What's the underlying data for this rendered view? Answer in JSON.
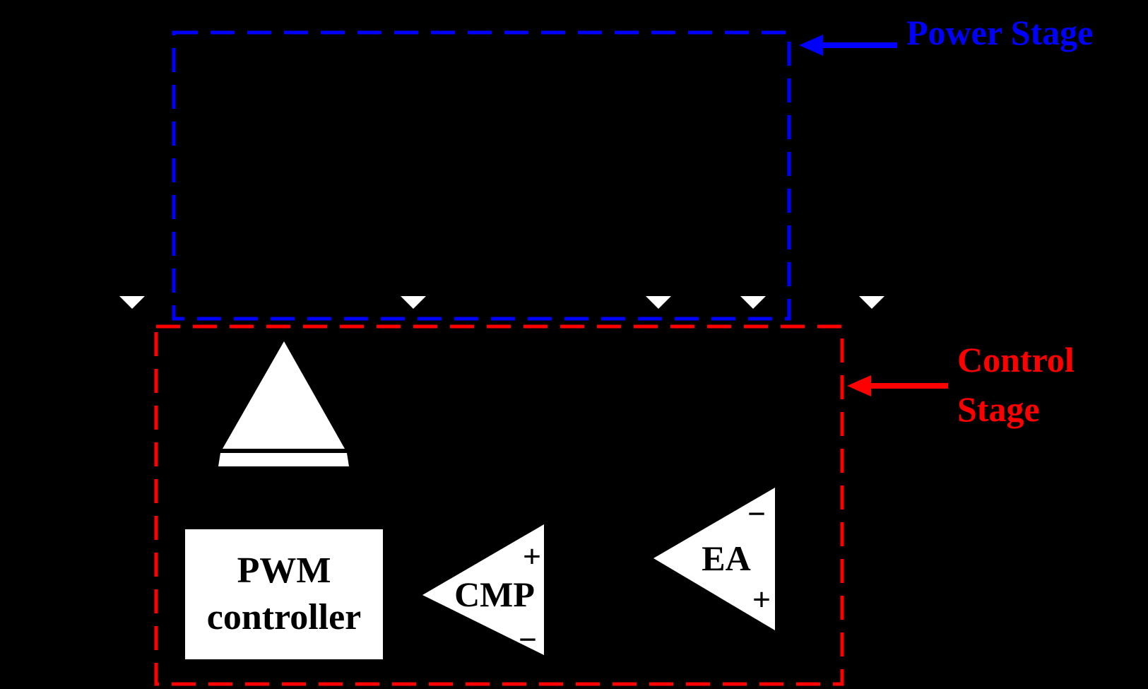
{
  "diagram": {
    "background_color": "#000000",
    "power_stage": {
      "label": "Power Stage",
      "color": "#0000ff"
    },
    "control_stage": {
      "label_line1": "Control",
      "label_line2": "Stage",
      "color": "#ff0000"
    },
    "pwm_controller": {
      "label_line1": "PWM",
      "label_line2": "controller"
    },
    "comparator": {
      "label": "CMP",
      "top_sign": "+",
      "bottom_sign": "−"
    },
    "error_amplifier": {
      "label": "EA",
      "top_sign": "−",
      "bottom_sign": "+"
    },
    "symbol_fill": "#ffffff"
  }
}
